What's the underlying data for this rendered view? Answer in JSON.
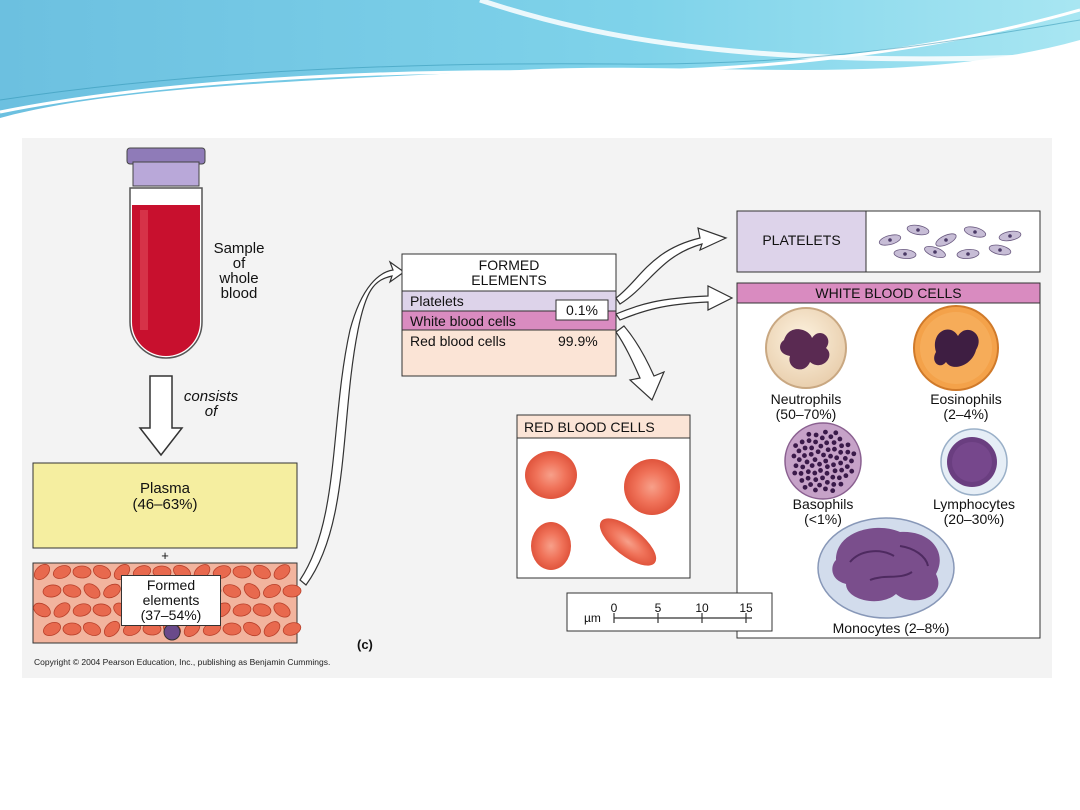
{
  "tube": {
    "label_lines": [
      "Sample",
      "of",
      "whole",
      "blood"
    ]
  },
  "arrow_down": {
    "label_lines": [
      "consists",
      "of"
    ]
  },
  "plasma": {
    "name": "Plasma",
    "range": "(46–63%)"
  },
  "plus_sign": "+",
  "formed_elements_sample": {
    "lines": [
      "Formed",
      "elements",
      "(37–54%)"
    ]
  },
  "panel_letter": "(c)",
  "copyright": "Copyright © 2004 Pearson Education, Inc., publishing as Benjamin Cummings.",
  "formed_elements_table": {
    "title_lines": [
      "FORMED",
      "ELEMENTS"
    ],
    "rows": [
      {
        "label": "Platelets",
        "value": ""
      },
      {
        "label": "White blood cells",
        "value": ""
      },
      {
        "label": "Red blood cells",
        "value": "99.9%"
      }
    ],
    "combined_value": "0.1%"
  },
  "platelets_box": {
    "title": "PLATELETS"
  },
  "white_blood_cells_box": {
    "title": "WHITE BLOOD CELLS",
    "cells": [
      {
        "name": "Neutrophils",
        "range": "(50–70%)"
      },
      {
        "name": "Eosinophils",
        "range": "(2–4%)"
      },
      {
        "name": "Basophils",
        "range": "(<1%)"
      },
      {
        "name": "Lymphocytes",
        "range": "(20–30%)"
      },
      {
        "name": "Monocytes",
        "range": "(2–8%)"
      }
    ]
  },
  "red_blood_cells_box": {
    "title": "RED BLOOD CELLS"
  },
  "scale_bar": {
    "unit": "µm",
    "ticks": [
      "0",
      "5",
      "10",
      "15"
    ]
  },
  "colors": {
    "blood_red": "#c8102e",
    "plasma_yellow": "#f5eea0",
    "platelet_lavender": "#ddd3ea",
    "wbc_magenta": "#d98bc0",
    "rbc_peach": "#fbe4d6",
    "slide_teal": "#5cc6e0"
  }
}
